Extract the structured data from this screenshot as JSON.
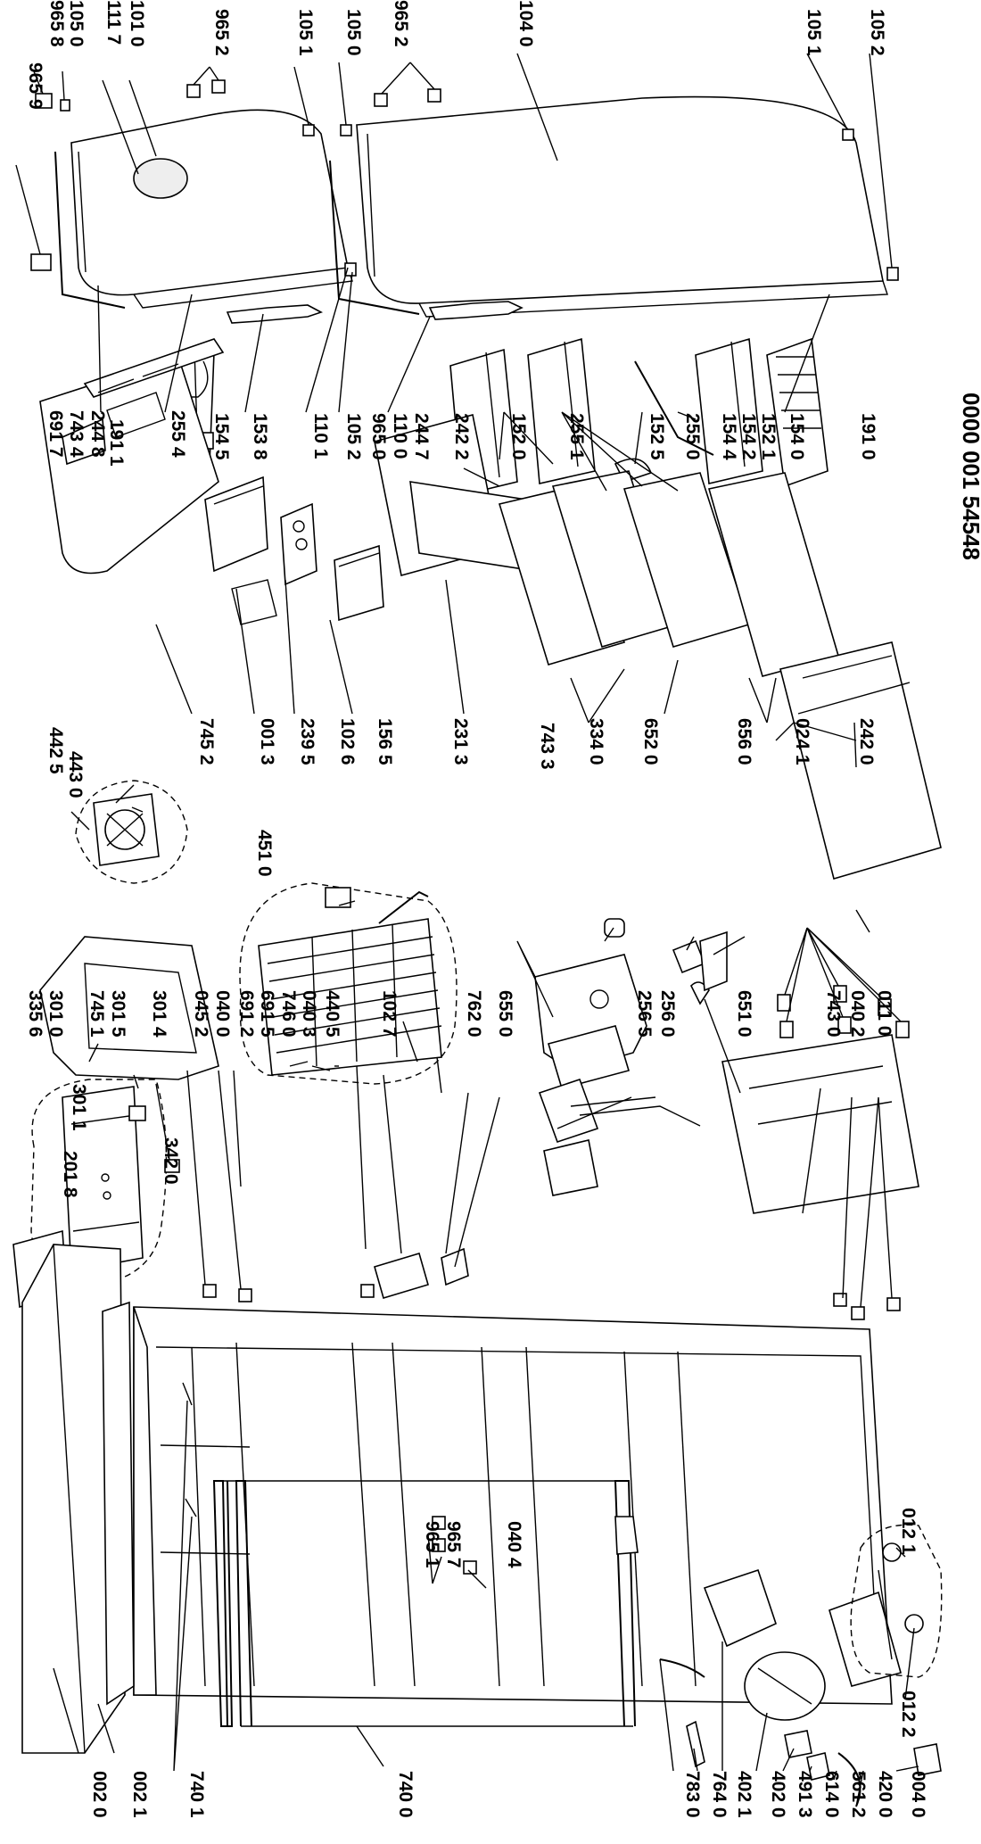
{
  "drawing_number": "0000 001 54548",
  "labels": {
    "l9659": "965 9",
    "l9658": "965 8",
    "l1050a": "105 0",
    "l1117": "111 7",
    "l1010": "101 0",
    "l9652a": "965 2",
    "l1051a": "105 1",
    "l1050b": "105 0",
    "l9652b": "965 2",
    "l1040": "104 0",
    "l1051b": "105 1",
    "l1052a": "105 2",
    "l6917": "691 7",
    "l7434": "743 4",
    "l2448": "244 8",
    "l1911a": "191 1",
    "l2554": "255 4",
    "l1545": "154 5",
    "l1538": "153 8",
    "l1101": "110 1",
    "l1052b": "105 2",
    "l9650": "965 0",
    "l1100": "110 0",
    "l2447": "244 7",
    "l2422": "242 2",
    "l1520": "152 0",
    "l2551": "255 1",
    "l1525": "152 5",
    "l2550": "255 0",
    "l1544": "154 4",
    "l1542": "154 2",
    "l1521": "152 1",
    "l1540": "154 0",
    "l1910": "191 0",
    "l4425": "442 5",
    "l4430": "443 0",
    "l7452": "745 2",
    "l0013": "001 3",
    "l2395": "239 5",
    "l1026": "102 6",
    "l1565": "156 5",
    "l4510": "451 0",
    "l2313": "231 3",
    "l7433": "743 3",
    "l3340": "334 0",
    "l6520": "652 0",
    "l6560": "656 0",
    "l0241": "024 1",
    "l2420": "242 0",
    "l3356": "335 6",
    "l3010": "301 0",
    "l7451": "745 1",
    "l3015": "301 5",
    "l3014": "301 4",
    "l0452": "045 2",
    "l0400": "040 0",
    "l6912": "691 2",
    "l6915": "691 5",
    "l7460": "746 0",
    "l0403": "040 3",
    "l4405": "440 5",
    "l1027": "102 7",
    "l7620": "762 0",
    "l6550": "655 0",
    "l2565": "256 5",
    "l2560": "256 0",
    "l6510": "651 0",
    "l7430": "743 0",
    "l0402": "040 2",
    "l0110": "011 0",
    "l3011": "301 1",
    "l2018": "201 8",
    "l3420": "342 0",
    "l9651": "965 1",
    "l9657": "965 7",
    "l0404": "040 4",
    "l0121": "012 1",
    "l0122": "012 2",
    "l0020": "002 0",
    "l0021": "002 1",
    "l7401": "740 1",
    "l7400": "740 0",
    "l7830": "783 0",
    "l7640": "764 0",
    "l4021": "402 1",
    "l4020": "402 0",
    "l4913": "491 3",
    "l6140": "614 0",
    "l5612": "561 2",
    "l4200": "420 0",
    "l0040": "004 0"
  }
}
